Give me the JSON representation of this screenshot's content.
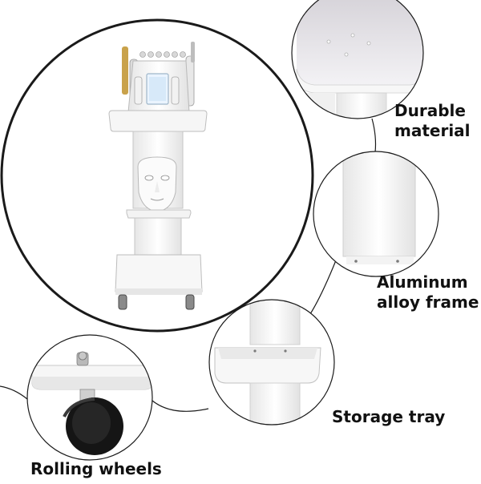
{
  "features": {
    "durable": {
      "line1": "Durable",
      "line2": "material"
    },
    "aluminum": {
      "line1": "Aluminum",
      "line2": "alloy frame"
    },
    "storage": {
      "label": "Storage tray"
    },
    "wheels": {
      "label": "Rolling wheels"
    }
  },
  "colors": {
    "background": "#ffffff",
    "outline": "#1a1a1a",
    "product_white": "#f4f4f4",
    "shadow_grey": "#d9d9d9",
    "wheel_black": "#151515",
    "text": "#111111"
  },
  "icons": [
    "beauty-machine-photo",
    "led-face-mask",
    "cart-tray-closeup",
    "pillar-closeup",
    "storage-tray-closeup",
    "wheel-closeup"
  ]
}
